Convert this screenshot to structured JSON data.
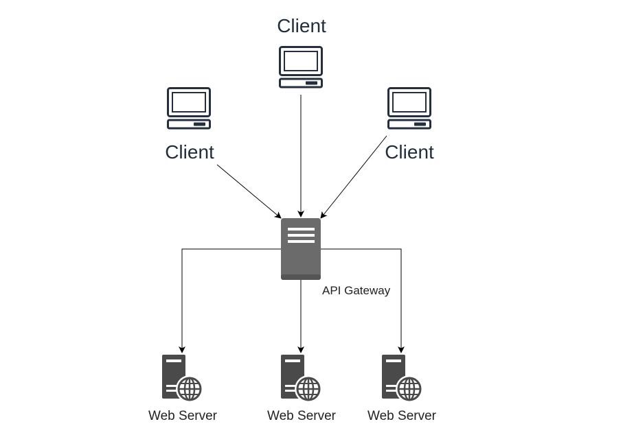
{
  "clients": [
    {
      "label": "Client"
    },
    {
      "label": "Client"
    },
    {
      "label": "Client"
    }
  ],
  "gateway": {
    "label": "API Gateway"
  },
  "servers": [
    {
      "label": "Web Server"
    },
    {
      "label": "Web Server"
    },
    {
      "label": "Web Server"
    }
  ],
  "colors": {
    "monitor_stroke": "#232f3e",
    "gateway_fill": "#6b6b6b",
    "server_fill": "#4a4a4a",
    "connector": "#000000"
  },
  "icons": {
    "client": "desktop-computer-icon",
    "gateway": "api-gateway-server-icon",
    "server": "web-server-globe-icon"
  }
}
